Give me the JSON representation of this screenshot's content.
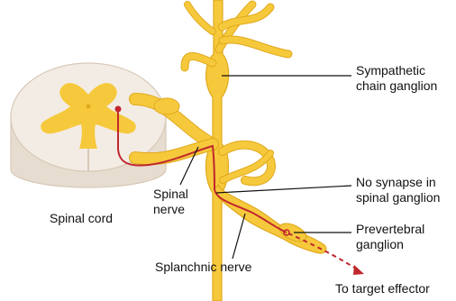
{
  "colors": {
    "nerve_fill": "#f6c93c",
    "nerve_stroke": "#e0a91c",
    "cord_white_matter": "#f3ece4",
    "cord_gray_matter": "#f6c93c",
    "cord_outline": "#d8c9b8",
    "neuron_path": "#c0272d",
    "leader_line": "#111111"
  },
  "labels": {
    "sympathetic_chain_ganglion": [
      "Sympathetic",
      "chain ganglion"
    ],
    "no_synapse_spinal_ganglion": [
      "No synapse in",
      "spinal ganglion"
    ],
    "prevertebral_ganglion": [
      "Prevertebral",
      "ganglion"
    ],
    "to_target_effector": "To target effector",
    "spinal_nerve": [
      "Spinal",
      "nerve"
    ],
    "spinal_cord": "Spinal cord",
    "splanchnic_nerve": "Splanchnic nerve"
  }
}
